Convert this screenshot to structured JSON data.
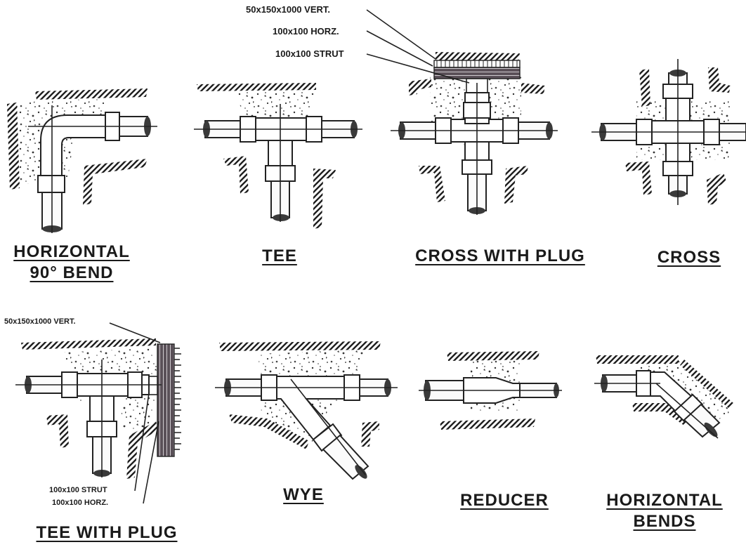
{
  "figures": [
    {
      "id": "horizontal-90-bend",
      "title_lines": [
        "HORIZONTAL",
        "90° BEND"
      ]
    },
    {
      "id": "tee",
      "title_lines": [
        "TEE"
      ]
    },
    {
      "id": "cross-with-plug",
      "title_lines": [
        "CROSS WITH PLUG"
      ],
      "labels": [
        "50x150x1000 VERT.",
        "100x100 HORZ.",
        "100x100 STRUT"
      ]
    },
    {
      "id": "cross",
      "title_lines": [
        "CROSS"
      ]
    },
    {
      "id": "tee-with-plug",
      "title_lines": [
        "TEE WITH PLUG"
      ],
      "labels": [
        "50x150x1000 VERT.",
        "100x100 STRUT",
        "100x100 HORZ."
      ]
    },
    {
      "id": "wye",
      "title_lines": [
        "WYE"
      ]
    },
    {
      "id": "reducer",
      "title_lines": [
        "REDUCER"
      ]
    },
    {
      "id": "horizontal-bends",
      "title_lines": [
        "HORIZONTAL",
        "BENDS"
      ]
    }
  ]
}
